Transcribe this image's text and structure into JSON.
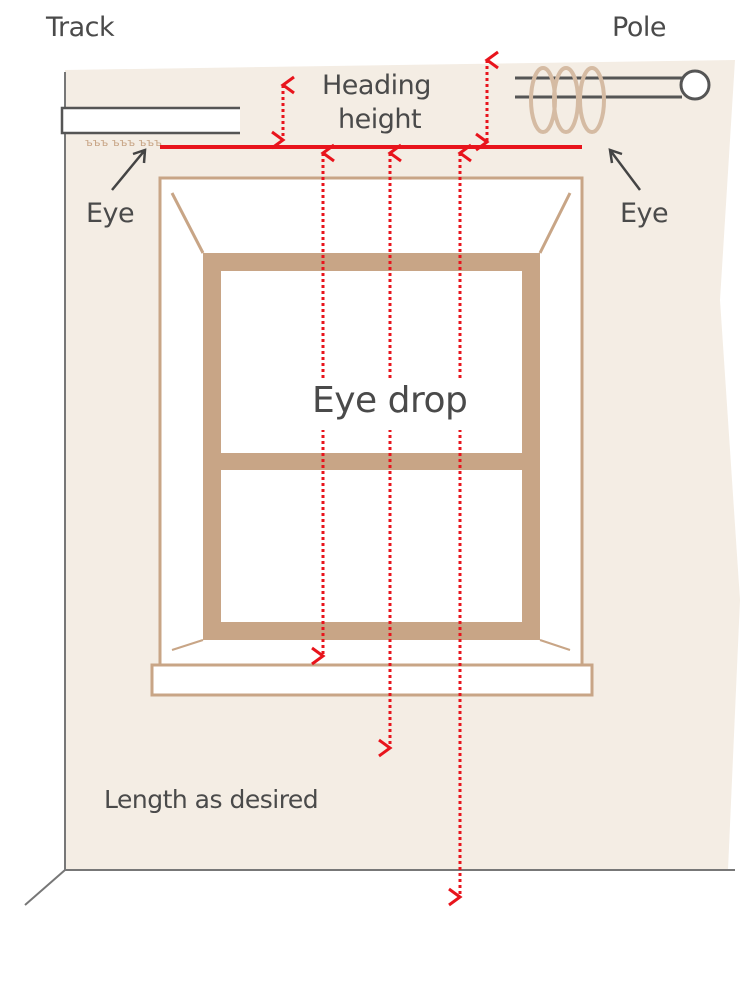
{
  "labels": {
    "track": "Track",
    "pole": "Pole",
    "heading_line1": "Heading",
    "heading_line2": "height",
    "eye_left": "Eye",
    "eye_right": "Eye",
    "eye_drop": "Eye drop",
    "length": "Length as desired"
  },
  "colors": {
    "measure": "#e8141c",
    "frame": "#c8a586",
    "wall": "#f4ede4",
    "ink": "#4a4a4a"
  }
}
